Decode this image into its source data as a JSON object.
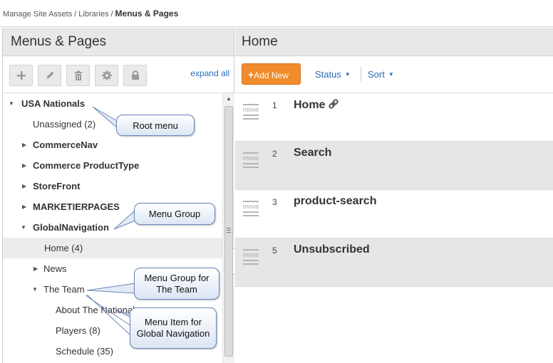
{
  "breadcrumb": {
    "items": [
      "Manage Site Assets",
      "Libraries"
    ],
    "separator": "/",
    "current": "Menus & Pages"
  },
  "left_panel": {
    "title": "Menus & Pages",
    "toolbar": {
      "buttons": [
        {
          "icon": "plus-icon"
        },
        {
          "icon": "pencil-icon"
        },
        {
          "icon": "trash-icon"
        },
        {
          "icon": "gear-icon"
        },
        {
          "icon": "lock-icon"
        }
      ],
      "expand_all": "expand all"
    },
    "tree": [
      {
        "label": "USA Nationals",
        "bold": true,
        "expanded": true,
        "has_children": true
      },
      {
        "label": "Unassigned (2)",
        "bold": false,
        "has_children": false
      },
      {
        "label": "CommerceNav",
        "bold": true,
        "expanded": false,
        "has_children": true
      },
      {
        "label": "Commerce ProductType",
        "bold": true,
        "expanded": false,
        "has_children": true
      },
      {
        "label": "StoreFront",
        "bold": true,
        "expanded": false,
        "has_children": true
      },
      {
        "label": "MARKETIERPAGES",
        "bold": true,
        "expanded": false,
        "has_children": true
      },
      {
        "label": "GlobalNavigation",
        "bold": true,
        "expanded": true,
        "has_children": true
      },
      {
        "label": "Home (4)",
        "bold": false,
        "selected": true,
        "has_children": false
      },
      {
        "label": "News",
        "bold": false,
        "expanded": false,
        "has_children": true
      },
      {
        "label": "The Team",
        "bold": false,
        "expanded": true,
        "has_children": true
      },
      {
        "label": "About The Nationals",
        "bold": false,
        "has_children": false
      },
      {
        "label": "Players (8)",
        "bold": false,
        "has_children": false
      },
      {
        "label": "Schedule (35)",
        "bold": false,
        "has_children": false
      }
    ]
  },
  "right_panel": {
    "title": "Home",
    "add_new": "Add New",
    "status_label": "Status",
    "sort_label": "Sort",
    "move_label": "move",
    "pages": [
      {
        "num": "1",
        "title": "Home",
        "linked": true
      },
      {
        "num": "2",
        "title": "Search",
        "linked": false
      },
      {
        "num": "3",
        "title": "product-search",
        "linked": false
      },
      {
        "num": "5",
        "title": "Unsubscribed",
        "linked": false
      }
    ]
  },
  "callouts": {
    "root_menu": "Root menu",
    "menu_group": "Menu Group",
    "menu_group_team_line1": "Menu Group for",
    "menu_group_team_line2": "The Team",
    "menu_item_line1": "Menu Item for",
    "menu_item_line2": "Global Navigation"
  },
  "colors": {
    "accent_orange": "#f08c2c",
    "link_blue": "#2a6fb5",
    "header_gray": "#e8e8e8",
    "callout_border": "#6a86b8"
  }
}
